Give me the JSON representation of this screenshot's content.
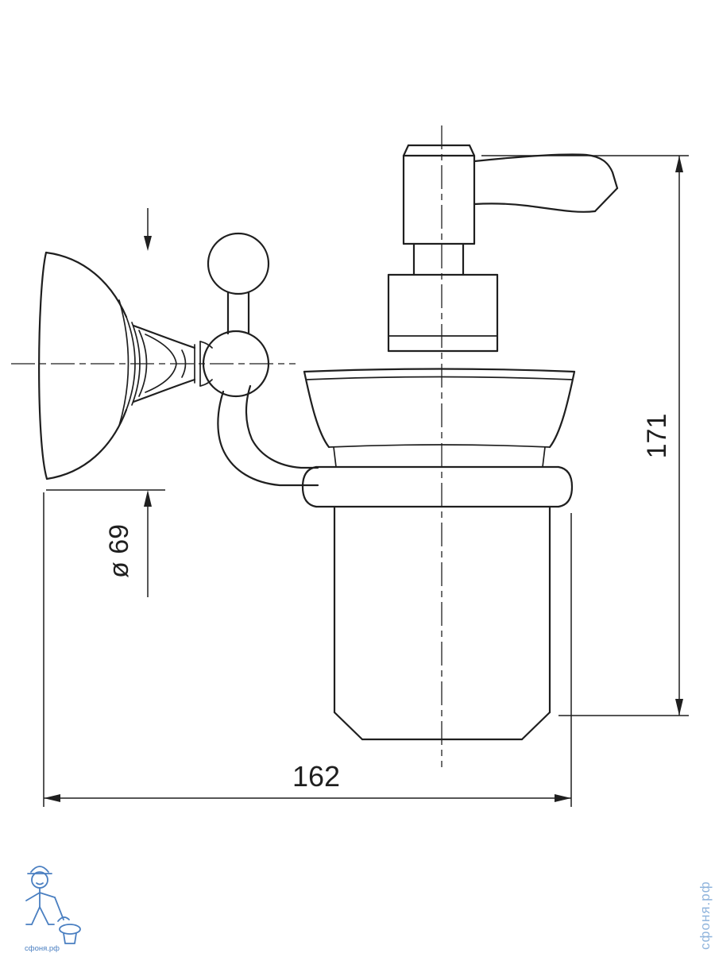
{
  "labels": {
    "height": "171",
    "width": "162",
    "diameter": "ø 69"
  },
  "watermark": {
    "vertical_text": "сфоня.рф",
    "logo_caption": "сфоня.рф"
  },
  "colors": {
    "line": "#1f1f1f",
    "watermark": "#4a7fc1",
    "watermark_text": "#8fb4dc"
  }
}
